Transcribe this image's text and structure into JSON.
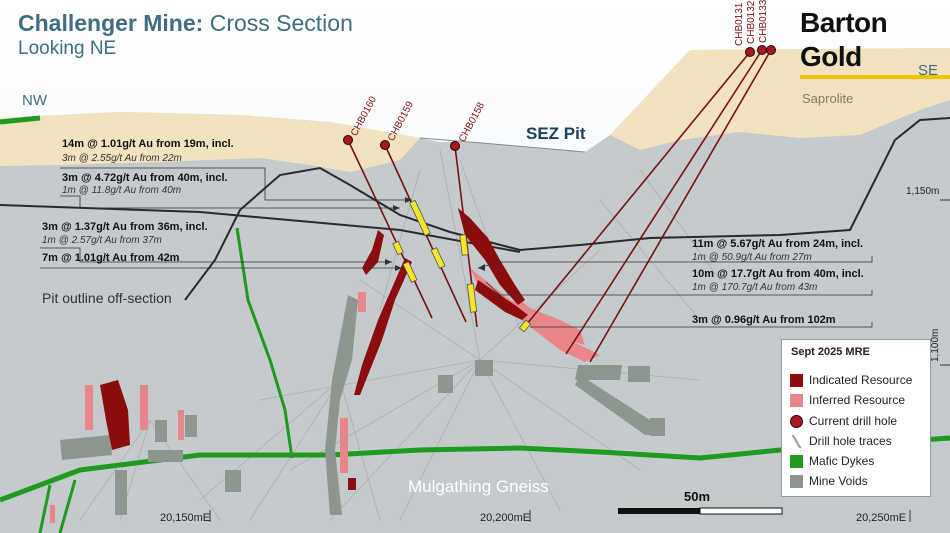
{
  "title": {
    "bold": "Challenger Mine:",
    "rest": " Cross Section",
    "subtitle": "Looking NE"
  },
  "logo": "Barton Gold",
  "labels": {
    "nw": "NW",
    "se": "SE",
    "saprolite": "Saprolite",
    "sez_pit": "SEZ Pit",
    "pit_outline": "Pit outline off-section",
    "rock": "Mulgathing Gneiss",
    "scale": "50m",
    "rl_1150": "1,150m",
    "rl_1100": "1,100m"
  },
  "x_ticks": [
    "20,150mE",
    "20,200mE",
    "20,250mE"
  ],
  "drill_holes": [
    "CHB0160",
    "CHB0159",
    "CHB0158",
    "CHB0131",
    "CHB0132",
    "CHB0133"
  ],
  "annotations": {
    "a1": {
      "main": "14m @ 1.01g/t Au from 19m, incl.",
      "sub": "3m @ 2.55g/t Au from 22m"
    },
    "a2": {
      "main": "3m @ 4.72g/t Au from 40m, incl.",
      "sub": "1m @ 11.8g/t Au from 40m"
    },
    "a3": {
      "main": "3m @ 1.37g/t Au from 36m, incl.",
      "sub": "1m @ 2.57g/t Au from 37m"
    },
    "a4": {
      "main": "7m @ 1.01g/t Au from 42m"
    },
    "a5": {
      "main": "11m @ 5.67g/t Au from 24m, incl.",
      "sub": "1m @ 50.9g/t Au from 27m"
    },
    "a6": {
      "main": "10m @ 17.7g/t Au from 40m, incl.",
      "sub": "1m @ 170.7g/t Au from 43m"
    },
    "a7": {
      "main": "3m @ 0.96g/t Au from 102m"
    }
  },
  "legend": {
    "title": "Sept 2025 MRE",
    "items": [
      "Indicated Resource",
      "Inferred Resource",
      "Current drill hole",
      "Drill hole traces",
      "Mafic Dykes",
      "Mine Voids"
    ]
  },
  "colors": {
    "indicated": "#8b0d0d",
    "inferred": "#e8868a",
    "dyke": "#1e9a1e",
    "void": "#8e9690",
    "host": "#c5cacc",
    "sky": "#ffffff",
    "saprolite": "#f2e2c0",
    "intercept": "#f5e62a"
  }
}
